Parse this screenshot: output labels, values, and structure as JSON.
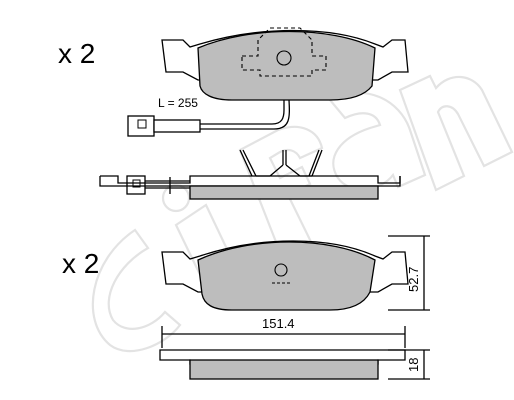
{
  "labels": {
    "qty_top": "x 2",
    "qty_bottom": "x 2",
    "wire_length": "L = 255",
    "width_dim": "151.4",
    "height_dim": "52.7",
    "thickness_dim": "18"
  },
  "colors": {
    "pad_fill": "#bdbdbd",
    "outline": "#000000",
    "watermark": "#e6e6e6"
  },
  "watermark": {
    "text": "cifam",
    "style": "logo-outline"
  }
}
